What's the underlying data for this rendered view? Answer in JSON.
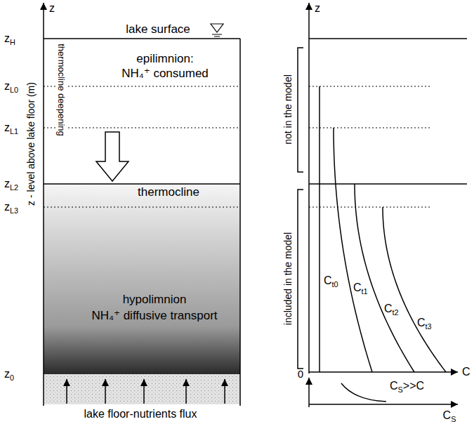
{
  "diagram": {
    "nodes": [
      {
        "text": [
          "epilimnion:",
          "NH₄⁺ consumed"
        ]
      },
      {
        "text": [
          "thermocline",
          "hypolimnion",
          "NH₄⁺ diffusive transport"
        ]
      },
      {
        "text": [
          "lake floor-nutrients flux"
        ]
      }
    ],
    "labels": [
      "z",
      "zH",
      "lake surface",
      "thermocline deepening",
      "zL0",
      "zL1",
      "zL2",
      "zL3",
      "z - level above lake floor (m)",
      "z0",
      "z",
      "not in the model",
      "included in the model",
      "Ct0",
      "Ct1",
      "Ct2",
      "Ct3",
      "0",
      "C",
      "CS>>C",
      "CS"
    ]
  }
}
